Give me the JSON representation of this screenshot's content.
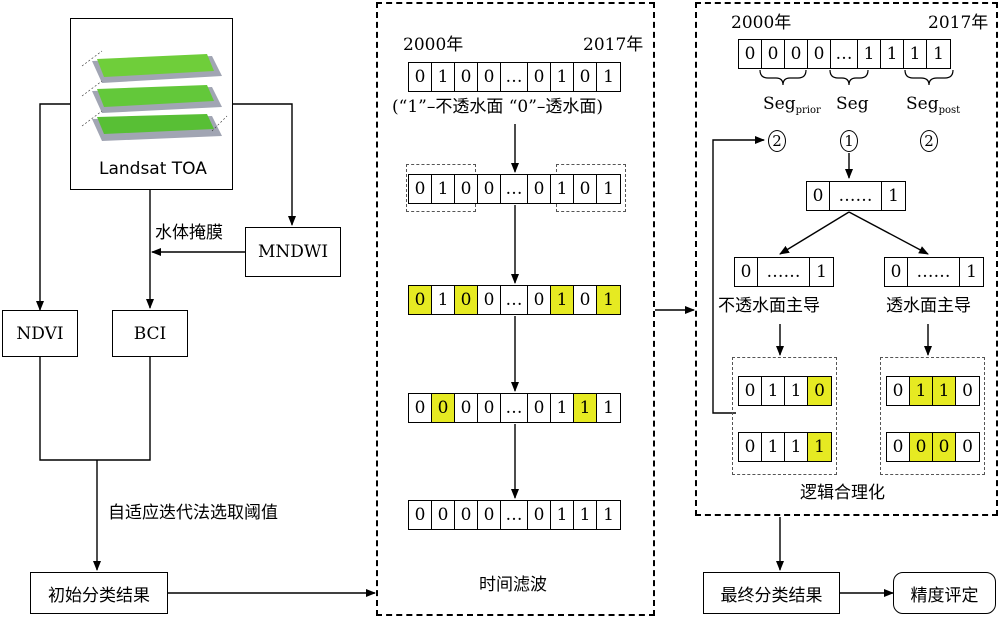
{
  "left": {
    "sat_caption": "Landsat TOA",
    "mndwi": "MNDWI",
    "mask_label": "水体掩膜",
    "ndvi": "NDVI",
    "bci": "BCI",
    "threshold_label": "自适应迭代法选取阈值",
    "initial_result": "初始分类结果"
  },
  "middle": {
    "year_start": "2000年",
    "year_end": "2017年",
    "legend": "(“1”–不透水面 “0”–透水面)",
    "title": "时间滤波",
    "sequences": [
      [
        "0",
        "1",
        "0",
        "0",
        "…",
        "0",
        "1",
        "0",
        "1"
      ],
      [
        "0",
        "1",
        "0",
        "0",
        "…",
        "0",
        "1",
        "0",
        "1"
      ],
      [
        "0",
        "1",
        "0",
        "0",
        "…",
        "0",
        "1",
        "0",
        "1"
      ],
      [
        "0",
        "0",
        "0",
        "0",
        "…",
        "0",
        "1",
        "1",
        "1"
      ],
      [
        "0",
        "0",
        "0",
        "0",
        "…",
        "0",
        "1",
        "1",
        "1"
      ]
    ]
  },
  "right": {
    "year_start": "2000年",
    "year_end": "2017年",
    "top_sequence": [
      "0",
      "0",
      "0",
      "0",
      "…",
      "1",
      "1",
      "1",
      "1"
    ],
    "seg_prior": "Seg",
    "seg_prior_sub": "prior",
    "seg": "Seg",
    "seg_post": "Seg",
    "seg_post_sub": "post",
    "circle_1": "1",
    "circle_2": "2",
    "mid_sequence": [
      "0",
      "……",
      "1"
    ],
    "left_sequence": [
      "0",
      "……",
      "1"
    ],
    "right_sequence": [
      "0",
      "……",
      "1"
    ],
    "impervious_dominant": "不透水面主导",
    "pervious_dominant": "透水面主导",
    "left_groups": [
      [
        "0",
        "1",
        "1",
        "0"
      ],
      [
        "0",
        "1",
        "1",
        "1"
      ]
    ],
    "right_groups": [
      [
        "0",
        "1",
        "1",
        "0"
      ],
      [
        "0",
        "0",
        "0",
        "0"
      ]
    ],
    "title": "逻辑合理化"
  },
  "bottom": {
    "final_result": "最终分类结果",
    "accuracy": "精度评定"
  }
}
